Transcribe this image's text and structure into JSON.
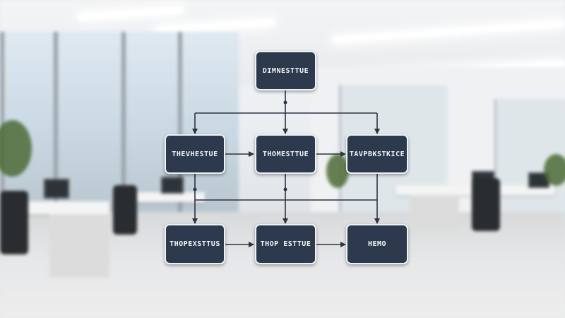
{
  "diagram": {
    "type": "flowchart",
    "colors": {
      "node_fill": "#2d3a4d",
      "node_border": "#eef1f4",
      "node_text": "#f2f4f7",
      "connector": "#2b3442"
    },
    "nodes": {
      "top": {
        "label": "DIMNESTTUE"
      },
      "mid_left": {
        "label": "THEVHESTUE"
      },
      "mid_center": {
        "label": "THOMESTTUE"
      },
      "mid_right": {
        "label": "TAVPBKSTKICE"
      },
      "bottom_left": {
        "label": "THOPEXSTTUS"
      },
      "bottom_center": {
        "label": "THOP ESTTUE"
      },
      "bottom_right": {
        "label": "HEMO"
      }
    },
    "edges": [
      {
        "from": "top",
        "to": "mid_left"
      },
      {
        "from": "top",
        "to": "mid_center"
      },
      {
        "from": "top",
        "to": "mid_right"
      },
      {
        "from": "mid_left",
        "to": "mid_center"
      },
      {
        "from": "mid_center",
        "to": "mid_right"
      },
      {
        "from": "mid_left",
        "to": "bottom_left"
      },
      {
        "from": "mid_center",
        "to": "bottom_center"
      },
      {
        "from": "mid_right",
        "to": "bottom_right"
      },
      {
        "from": "bottom_left",
        "to": "bottom_center"
      },
      {
        "from": "bottom_center",
        "to": "bottom_right"
      }
    ]
  },
  "background": {
    "scene": "blurred-open-plan-office",
    "icon": "office-photo"
  }
}
